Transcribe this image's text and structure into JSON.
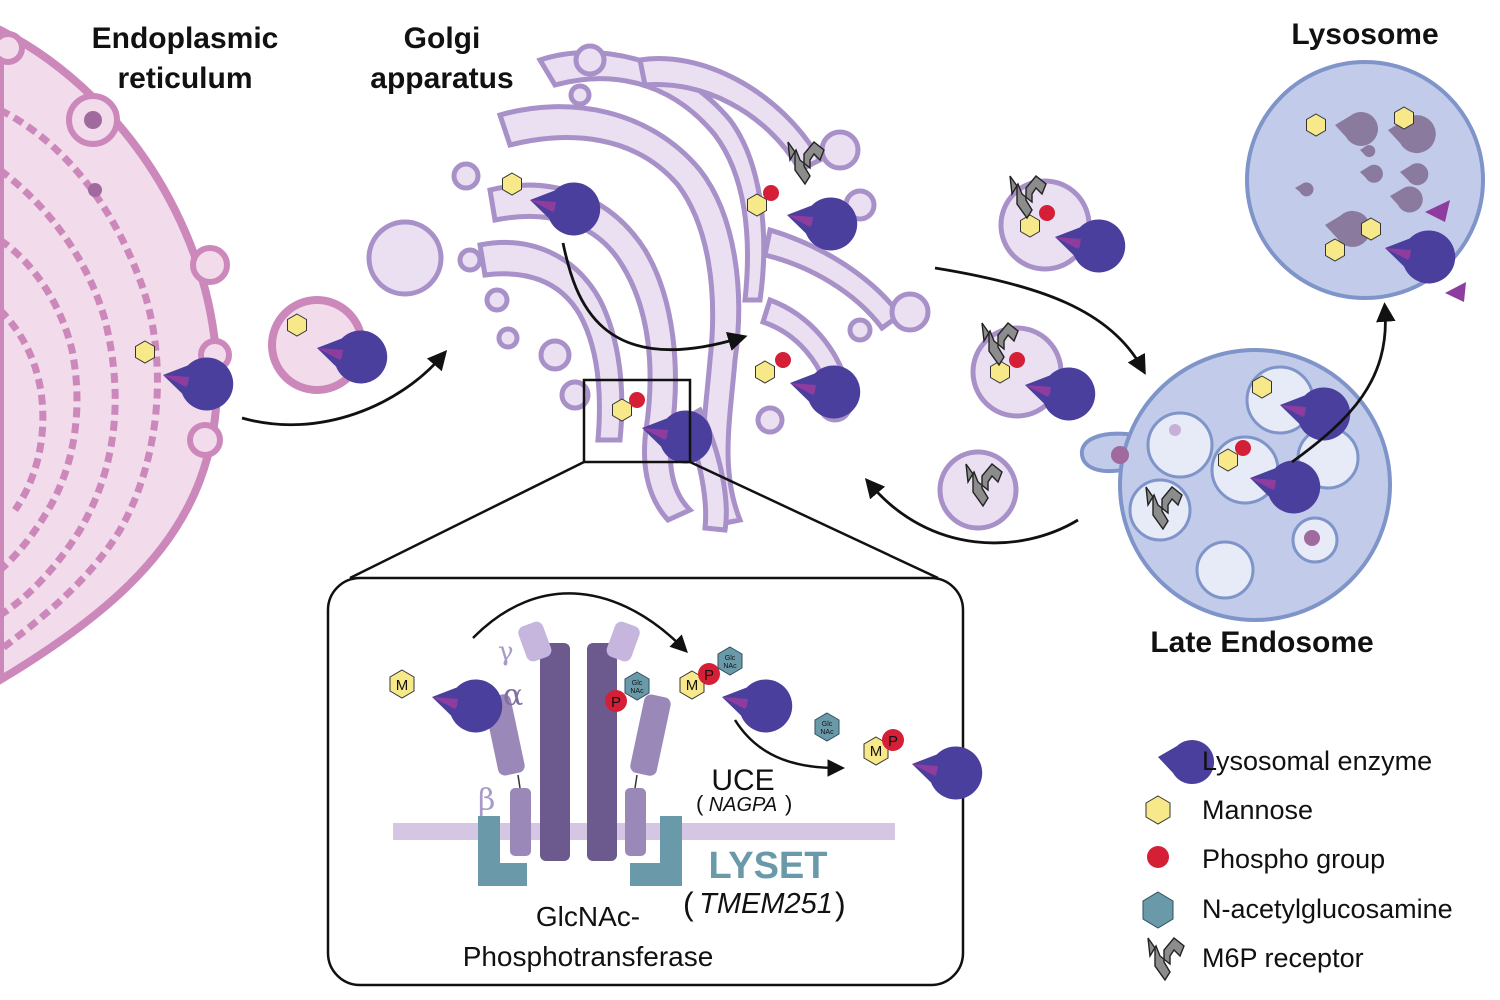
{
  "labels": {
    "er_line1": "Endoplasmic",
    "er_line2": "reticulum",
    "golgi_line1": "Golgi",
    "golgi_line2": "apparatus",
    "lysosome": "Lysosome",
    "late_endosome": "Late Endosome"
  },
  "inset": {
    "gamma": "γ",
    "alpha": "α",
    "beta": "β",
    "mannose_tag": "M",
    "phospho_tag": "P",
    "glcnac_line1": "Glc",
    "glcnac_line2": "NAc",
    "uce": "UCE",
    "uce_gene": "NAGPA",
    "lyset": "LYSET",
    "lyset_gene": "TMEM251",
    "enzyme_line1": "GlcNAc-",
    "enzyme_line2": "Phosphotransferase"
  },
  "legend": {
    "items": [
      {
        "icon": "lysosomal-enzyme-icon",
        "label": "Lysosomal enzyme"
      },
      {
        "icon": "mannose-icon",
        "label": "Mannose"
      },
      {
        "icon": "phospho-group-icon",
        "label": "Phospho group"
      },
      {
        "icon": "n-acetylglucosamine-icon",
        "label": "N-acetylglucosamine"
      },
      {
        "icon": "m6p-receptor-icon",
        "label": "M6P receptor"
      }
    ]
  },
  "colors": {
    "er": "#cc88bb",
    "er_fill": "#f2dbea",
    "golgi": "#a890c8",
    "golgi_fill": "#ebe0f2",
    "endosome_fill": "#c2cbea",
    "endosome_stroke": "#7f94c8",
    "enzyme": "#4b3f9e",
    "enzyme_slice": "#8e3c9e",
    "mannose": "#f7e98a",
    "phospho": "#d41f36",
    "glcnac": "#6a9aaa",
    "receptor": "#8c8c8c",
    "lyset": "#6a9aaa"
  }
}
